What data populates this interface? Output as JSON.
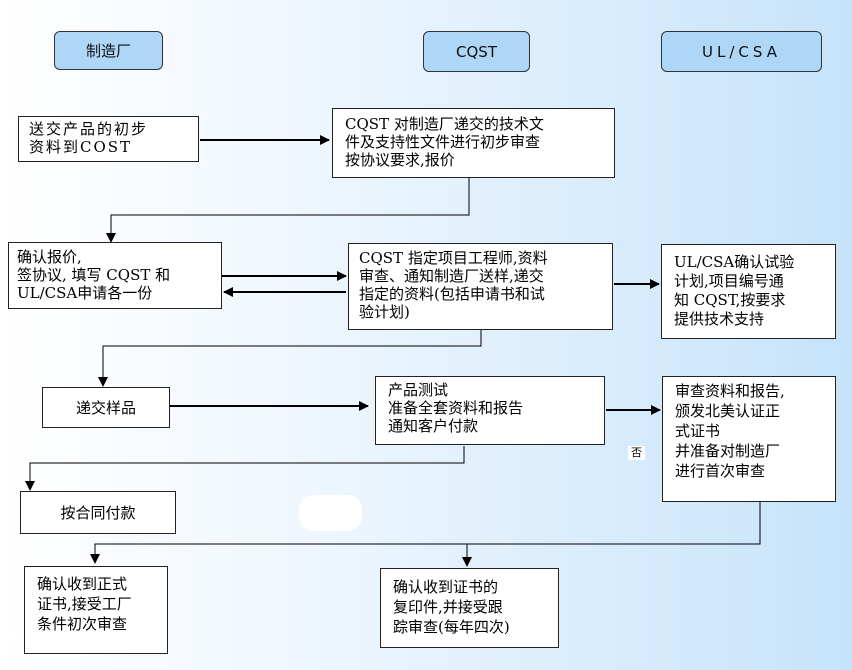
{
  "headers": {
    "manufacturer": "制造厂",
    "cqst": "CQST",
    "ulcsa": "UL/CSA"
  },
  "boxes": {
    "send_products": "送交产品的初步\n资料到COST",
    "cqst_review": "CQST 对制造厂递交的技术文\n件及支持性文件进行初步审查\n按协议要求,报价",
    "confirm_quote": "确认报价,\n签协议, 填写 CQST 和\nUL/CSA申请各一份",
    "assign_engineer": "CQST 指定项目工程师,资料\n审查、通知制造厂送样,递交\n指定的资料(包括申请书和试\n验计划)",
    "ulcsa_confirm": "UL/CSA确认试验\n计划,项目编号通\n知 CQST,按要求\n提供技术支持",
    "submit_samples": "递交样品",
    "product_test": "产品测试\n准备全套资料和报告\n通知客户付款",
    "review_issue": "审查资料和报告,\n颁发北美认证正\n式证书\n并准备对制造厂\n进行首次审查",
    "no_label": "否",
    "pay_contract": "按合同付款",
    "confirm_formal": "确认收到正式\n证书,接受工厂\n条件初次审查",
    "confirm_copy": "确认收到证书的\n复印件,并接受跟\n踪审查(每年四次)"
  }
}
